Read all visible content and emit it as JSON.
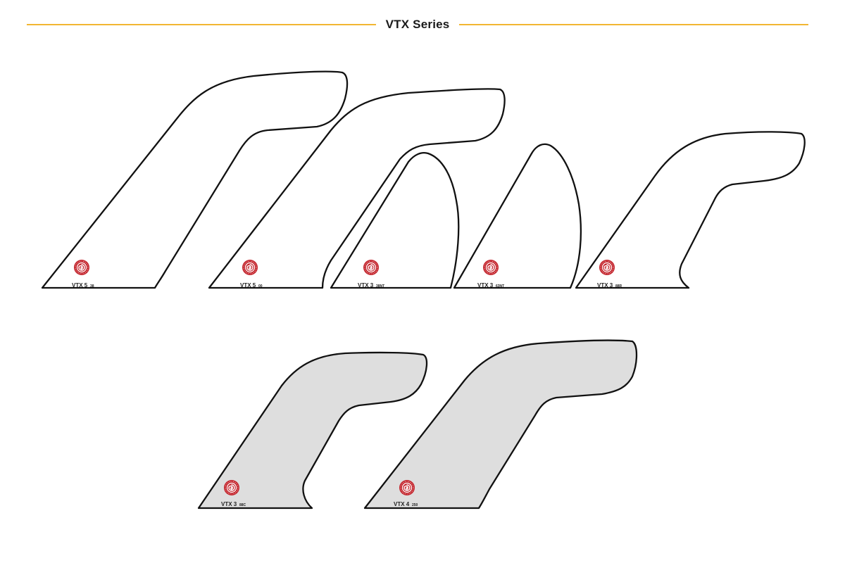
{
  "section": {
    "title": "VTX Series",
    "rule_color": "#f2b632"
  },
  "colors": {
    "outline": "#111111",
    "fill_white": "#ffffff",
    "fill_grey": "#dedede",
    "logo_red": "#c4262e"
  },
  "fins": [
    {
      "id": "vtx-5-38",
      "name": "VTX 5",
      "sub": "38",
      "fill": "white"
    },
    {
      "id": "vtx-5-00",
      "name": "VTX 5",
      "sub": "00",
      "fill": "white"
    },
    {
      "id": "vtx-3-38nt",
      "name": "VTX 3",
      "sub": "38NT",
      "fill": "white"
    },
    {
      "id": "vtx-3-63nt",
      "name": "VTX 3",
      "sub": "63NT",
      "fill": "white"
    },
    {
      "id": "vtx-3-88r",
      "name": "VTX 3",
      "sub": "88R",
      "fill": "white"
    },
    {
      "id": "vtx-3-88c",
      "name": "VTX 3",
      "sub": "88C",
      "fill": "grey"
    },
    {
      "id": "vtx-4-250",
      "name": "VTX 4",
      "sub": "250",
      "fill": "grey"
    }
  ],
  "logo": {
    "icon": "spiral-logo-icon"
  }
}
